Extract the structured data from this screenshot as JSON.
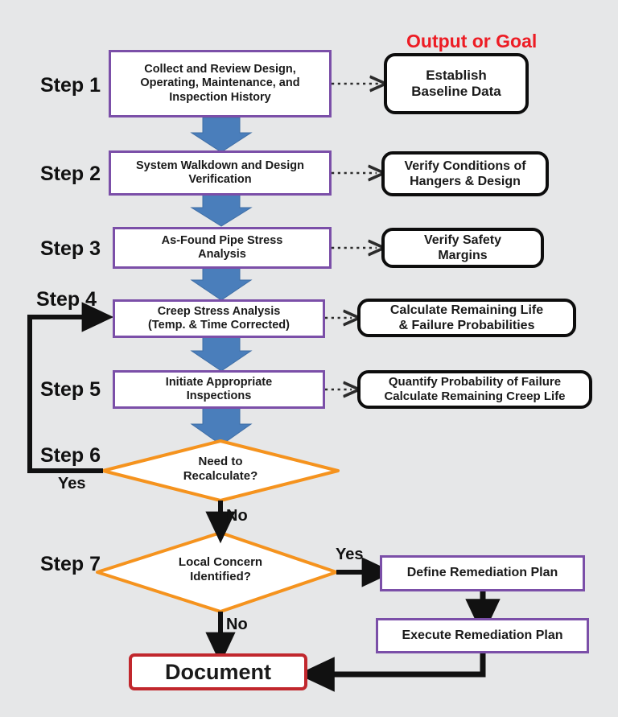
{
  "diagram": {
    "title_header": "Output or Goal",
    "background_color": "#e6e7e8",
    "colors": {
      "process_border": "#7b4fa8",
      "goal_border": "#0d0d0d",
      "decision_border": "#f5931e",
      "document_border": "#c1272d",
      "flow_arrow_blue": "#4a7ebb",
      "black_arrow": "#111111",
      "header_red": "#ed1c24"
    }
  },
  "steps": [
    {
      "label": "Step 1",
      "process": "Collect and Review Design, Operating, Maintenance, and Inspection History",
      "goal": "Establish Baseline Data"
    },
    {
      "label": "Step 2",
      "process": "System Walkdown and Design Verification",
      "goal": "Verify Conditions of Hangers & Design"
    },
    {
      "label": "Step 3",
      "process": "As-Found Pipe Stress Analysis",
      "goal": "Verify Safety Margins"
    },
    {
      "label": "Step 4",
      "process": "Creep Stress Analysis (Temp. & Time Corrected)",
      "goal": "Calculate Remaining Life & Failure Probabilities"
    },
    {
      "label": "Step 5",
      "process": "Initiate Appropriate Inspections",
      "goal": "Quantify Probability of Failure Calculate Remaining Creep Life"
    },
    {
      "label": "Step 6",
      "decision": "Need to Recalculate?"
    },
    {
      "label": "Step 7",
      "decision": "Local Concern Identified?"
    }
  ],
  "process_lines": {
    "step1": [
      "Collect and Review Design,",
      "Operating, Maintenance, and",
      "Inspection History"
    ],
    "step2": [
      "System Walkdown and Design",
      "Verification"
    ],
    "step3": [
      "As-Found Pipe Stress",
      "Analysis"
    ],
    "step4": [
      "Creep Stress Analysis",
      "(Temp. & Time Corrected)"
    ],
    "step5": [
      "Initiate Appropriate",
      "Inspections"
    ]
  },
  "goal_lines": {
    "goal1": [
      "Establish",
      "Baseline Data"
    ],
    "goal2": [
      "Verify Conditions of",
      "Hangers & Design"
    ],
    "goal3": [
      "Verify Safety",
      "Margins"
    ],
    "goal4": [
      "Calculate Remaining Life",
      "& Failure Probabilities"
    ],
    "goal5": [
      "Quantify Probability of Failure",
      "Calculate Remaining Creep Life"
    ]
  },
  "decisions": {
    "d1_line1": "Need to",
    "d1_line2": "Recalculate?",
    "d2_line1": "Local Concern",
    "d2_line2": "Identified?"
  },
  "edge_labels": {
    "recalc_yes": "Yes",
    "recalc_no": "No",
    "concern_yes": "Yes",
    "concern_no": "No"
  },
  "remediation": {
    "define": "Define Remediation Plan",
    "execute": "Execute Remediation Plan"
  },
  "terminal": {
    "document": "Document"
  }
}
